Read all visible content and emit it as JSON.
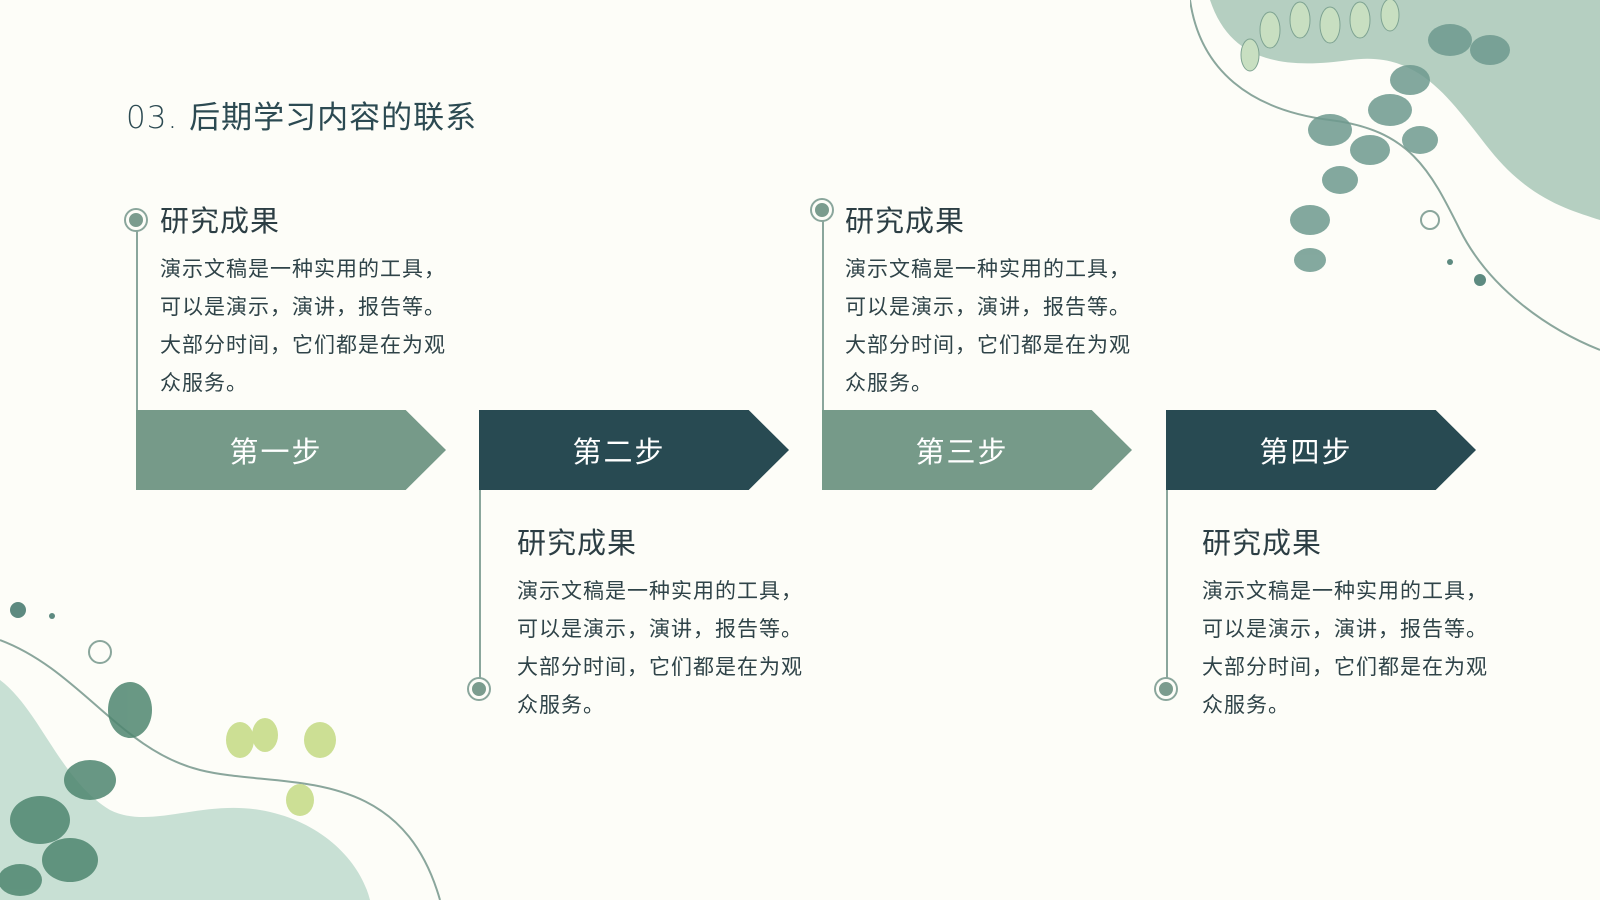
{
  "title": {
    "number": "03.",
    "text": "后期学习内容的联系"
  },
  "steps": [
    {
      "label": "第一步",
      "heading": "研究成果",
      "body": "演示文稿是一种实用的工具，可以是演示，演讲，报告等。大部分时间，它们都是在为观众服务。"
    },
    {
      "label": "第二步",
      "heading": "研究成果",
      "body": "演示文稿是一种实用的工具，可以是演示，演讲，报告等。大部分时间，它们都是在为观众服务。"
    },
    {
      "label": "第三步",
      "heading": "研究成果",
      "body": "演示文稿是一种实用的工具，可以是演示，演讲，报告等。大部分时间，它们都是在为观众服务。"
    },
    {
      "label": "第四步",
      "heading": "研究成果",
      "body": "演示文稿是一种实用的工具，可以是演示，演讲，报告等。大部分时间，它们都是在为观众服务。"
    }
  ],
  "colors": {
    "background": "#fdfdf8",
    "light_arrow": "#769a89",
    "dark_arrow": "#284a52",
    "line": "#8aa69c"
  }
}
